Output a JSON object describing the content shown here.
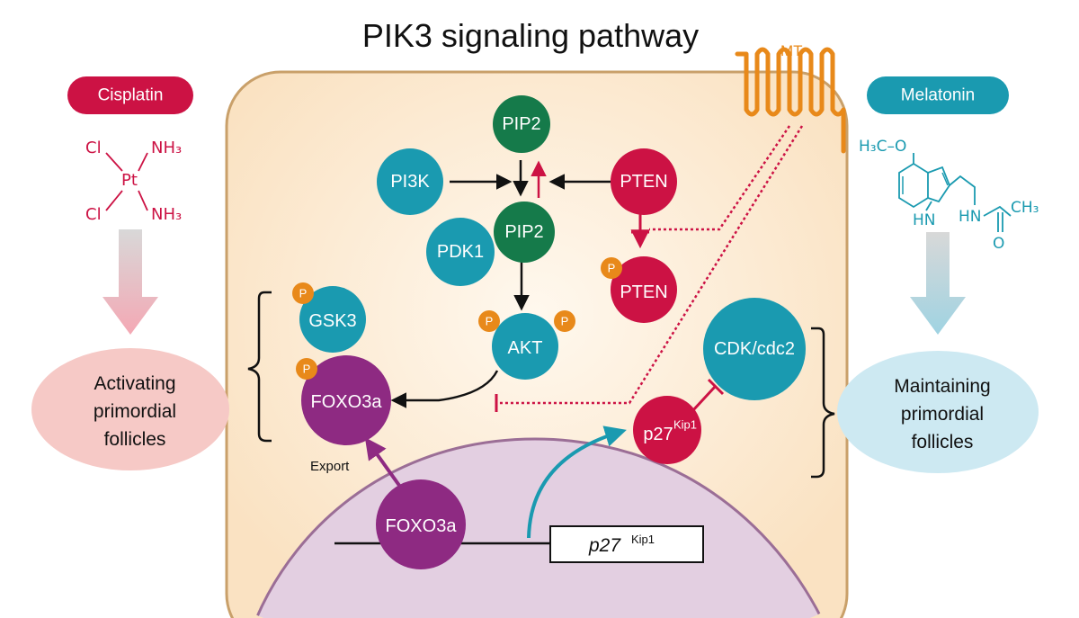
{
  "title": "PIK3 signaling pathway",
  "receptor_label": "MT",
  "left": {
    "drug_label": "Cisplatin",
    "formula": {
      "atom_center": "Pt",
      "cl_top": "Cl",
      "cl_bottom": "Cl",
      "nh3_top": "NH₃",
      "nh3_bottom": "NH₃"
    },
    "outcome_lines": [
      "Activating",
      "primordial",
      "follicles"
    ]
  },
  "right": {
    "drug_label": "Melatonin",
    "formula": {
      "methoxy": "H₃C–O",
      "nh_ring": "HN",
      "nh_chain": "HN",
      "ch3": "CH₃",
      "oxygen": "O"
    },
    "outcome_lines": [
      "Maintaining",
      "primordial",
      "follicles"
    ]
  },
  "nodes": {
    "pip2_top": "PIP2",
    "pi3k": "PI3K",
    "pten": "PTEN",
    "pip2_mid": "PIP2",
    "pdk1": "PDK1",
    "pten_p": "PTEN",
    "gsk3": "GSK3",
    "akt": "AKT",
    "foxo3a_cyto": "FOXO3a",
    "cdk": "CDK/cdc2",
    "p27_base": "p27",
    "p27_sup": "Kip1",
    "foxo3a_nuc": "FOXO3a"
  },
  "phospho_label": "P",
  "export_label": "Export",
  "gene_box": {
    "base": "p27",
    "sup": "Kip1"
  },
  "colors": {
    "red": "#cc1244",
    "teal": "#1a9ab0",
    "green": "#157a4a",
    "purple": "#8e2a82",
    "orange": "#e8891a",
    "cell_fill": "#fbe7cc",
    "cell_border": "#c9a06a",
    "nucleus_fill": "#e3cfe1",
    "nucleus_border": "#9b6e96"
  }
}
